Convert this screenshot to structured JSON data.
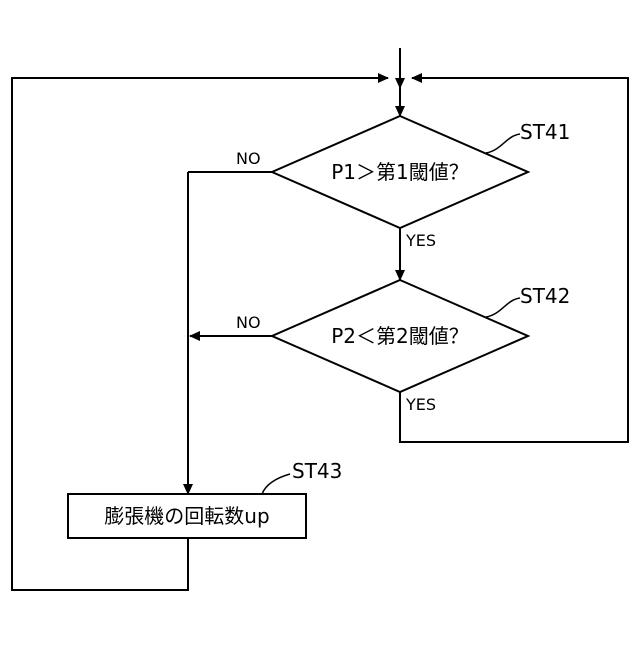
{
  "flowchart": {
    "decision1": {
      "step_id": "ST41",
      "condition": "P1＞第1閾値？",
      "no_label": "NO",
      "yes_label": "YES"
    },
    "decision2": {
      "step_id": "ST42",
      "condition": "P2＜第2閾値？",
      "no_label": "NO",
      "yes_label": "YES"
    },
    "process1": {
      "step_id": "ST43",
      "action": "膨張機の回転数up"
    }
  }
}
